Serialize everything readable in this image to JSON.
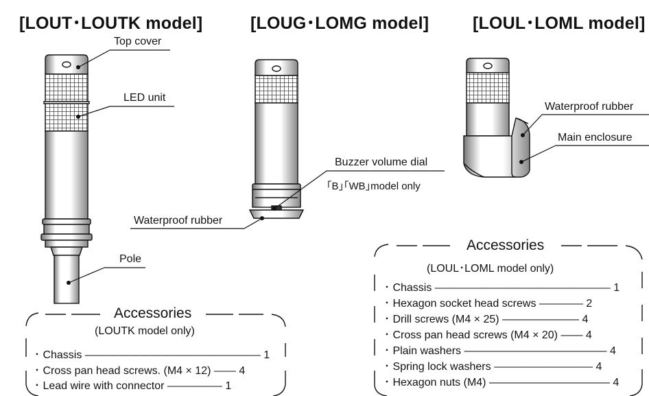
{
  "titles": {
    "loutk": "[LOUT･LOUTK model]",
    "loug": "[LOUG･LOMG model]",
    "loul": "[LOUL･LOML model]"
  },
  "labels": {
    "top_cover": "Top cover",
    "led_unit": "LED unit",
    "pole": "Pole",
    "waterproof_rubber_loug": "Waterproof rubber",
    "buzzer_volume_dial": "Buzzer volume dial",
    "b_wb_model_only": "｢B｣｢WB｣model only",
    "waterproof_rubber_loul": "Waterproof rubber",
    "main_enclosure": "Main enclosure"
  },
  "accessories_left": {
    "title": "Accessories",
    "subtitle": "(LOUTK model only)",
    "rows": [
      "･ Chassis ———————————————— 1",
      "･ Cross pan head screws. (M4 × 12) —— 4",
      "･ Lead wire with connector ————— 1"
    ]
  },
  "accessories_right": {
    "title": "Accessories",
    "subtitle": "(LOUL･LOML model only)",
    "rows": [
      "･ Chassis ———————————————— 1",
      "･ Hexagon socket head screws ———— 2",
      "･ Drill screws (M4 × 25) ——————— 4",
      "･ Cross pan head screws (M4 × 20) —— 4",
      "･ Plain washers ————————————— 4",
      "･ Spring lock washers ————————— 4",
      "･ Hexagon nuts (M4) ——————————— 4"
    ]
  }
}
